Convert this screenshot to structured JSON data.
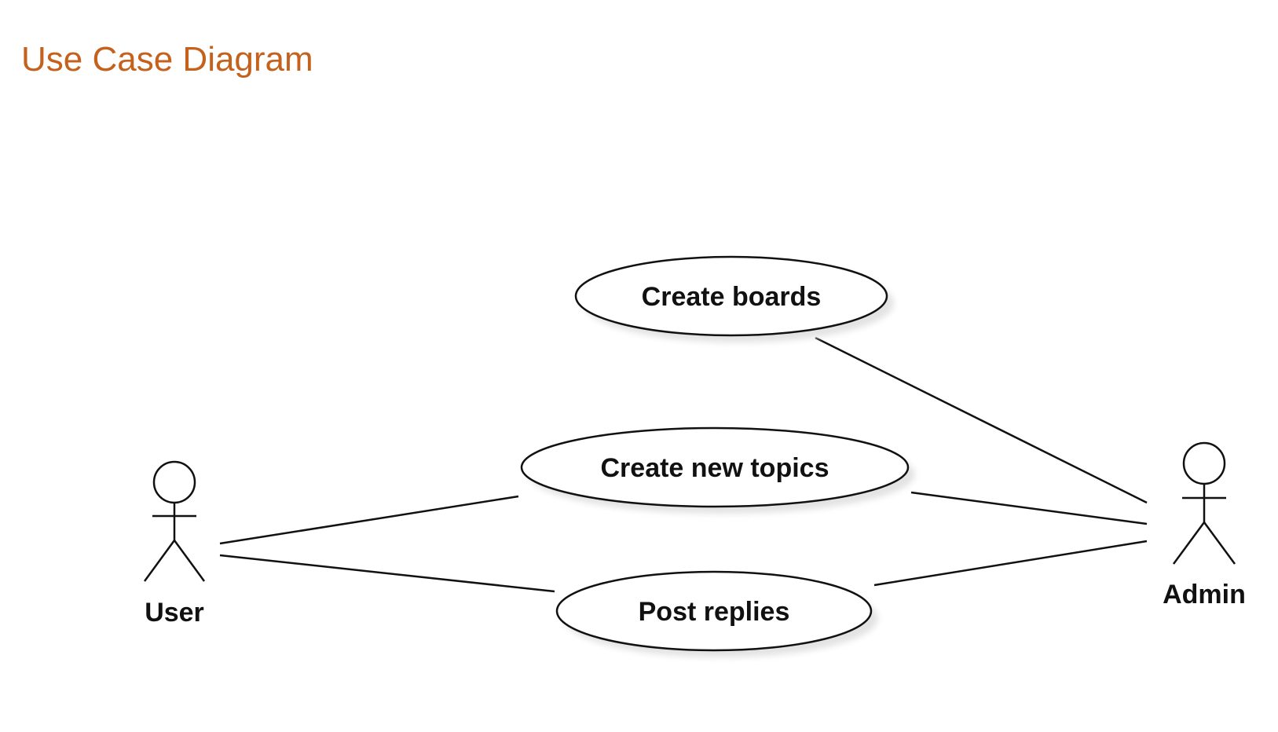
{
  "title": "Use Case Diagram",
  "colors": {
    "title": "#c4621d",
    "stroke": "#111111",
    "shadow": "#e3e3e3",
    "background": "#ffffff"
  },
  "actors": [
    {
      "id": "user",
      "label": "User"
    },
    {
      "id": "admin",
      "label": "Admin"
    }
  ],
  "use_cases": [
    {
      "id": "create-boards",
      "label": "Create boards"
    },
    {
      "id": "create-new-topics",
      "label": "Create new topics"
    },
    {
      "id": "post-replies",
      "label": "Post replies"
    }
  ],
  "associations": [
    {
      "from": "user",
      "to": "create-new-topics"
    },
    {
      "from": "user",
      "to": "post-replies"
    },
    {
      "from": "admin",
      "to": "create-boards"
    },
    {
      "from": "admin",
      "to": "create-new-topics"
    },
    {
      "from": "admin",
      "to": "post-replies"
    }
  ]
}
